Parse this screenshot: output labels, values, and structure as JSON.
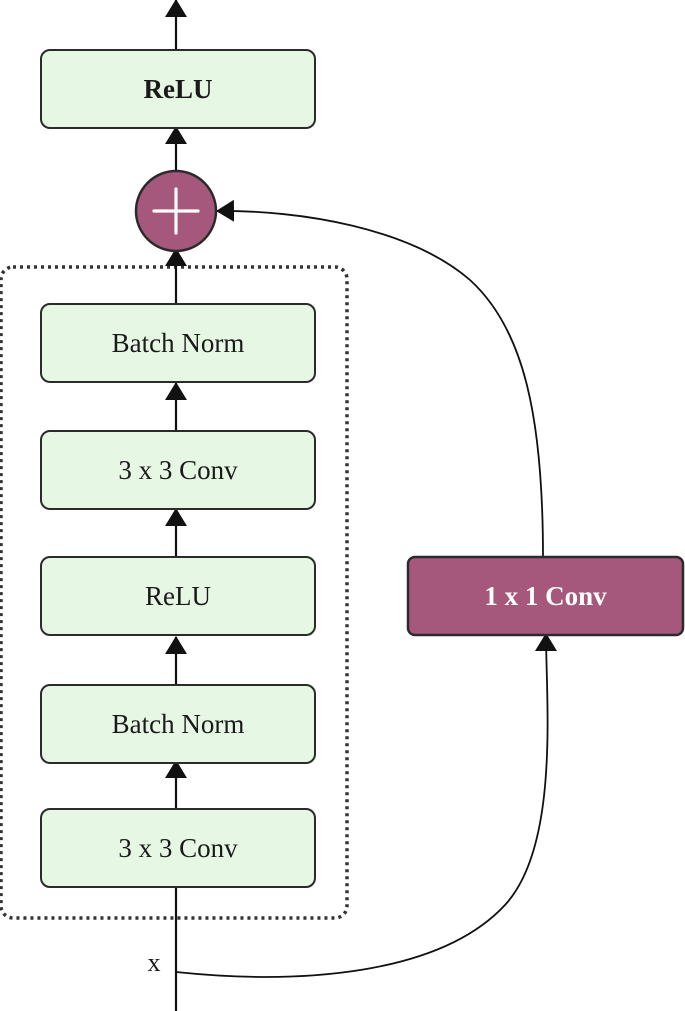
{
  "colors": {
    "block_fill": "#e6f8e4",
    "block_stroke": "#2b2b2b",
    "accent_fill": "#a5587c",
    "accent_text": "#ffffff",
    "dotted_border": "#333333",
    "arrow": "#111111"
  },
  "blocks": {
    "relu_top": "ReLU",
    "batch_norm_2": "Batch Norm",
    "conv3x3_2": "3 x 3 Conv",
    "relu_mid": "ReLU",
    "batch_norm_1": "Batch Norm",
    "conv3x3_1": "3 x 3 Conv"
  },
  "shortcut": {
    "label": "1 x 1 Conv"
  },
  "input_label": "x",
  "add_node": {
    "icon": "plus-icon",
    "operation": "add"
  }
}
